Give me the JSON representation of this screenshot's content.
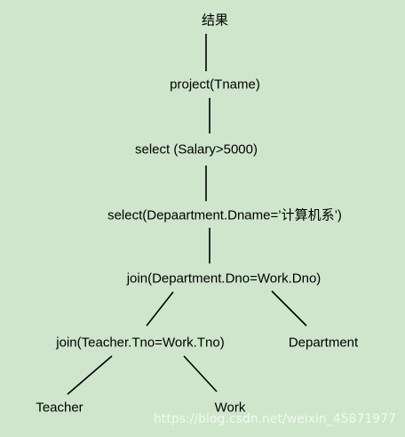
{
  "diagram": {
    "nodes": [
      {
        "id": "result",
        "label": "结果"
      },
      {
        "id": "project",
        "label": "project(Tname)"
      },
      {
        "id": "select_sal",
        "label": "select (Salary>5000)"
      },
      {
        "id": "select_dept",
        "label": "select(Depaartment.Dname=’计算机系’)"
      },
      {
        "id": "join_top",
        "label": "join(Department.Dno=Work.Dno)"
      },
      {
        "id": "join_bottom",
        "label": "join(Teacher.Tno=Work.Tno)"
      },
      {
        "id": "department",
        "label": "Department"
      },
      {
        "id": "teacher",
        "label": "Teacher"
      },
      {
        "id": "work",
        "label": "Work"
      }
    ],
    "edges": [
      {
        "from": "result",
        "to": "project"
      },
      {
        "from": "project",
        "to": "select_sal"
      },
      {
        "from": "select_sal",
        "to": "select_dept"
      },
      {
        "from": "select_dept",
        "to": "join_top"
      },
      {
        "from": "join_top",
        "to": "join_bottom"
      },
      {
        "from": "join_top",
        "to": "department"
      },
      {
        "from": "join_bottom",
        "to": "teacher"
      },
      {
        "from": "join_bottom",
        "to": "work"
      }
    ]
  },
  "watermark": "https://blog.csdn.net/weixin_45871977",
  "colors": {
    "background": "#cfe6cc",
    "line": "#000000"
  }
}
